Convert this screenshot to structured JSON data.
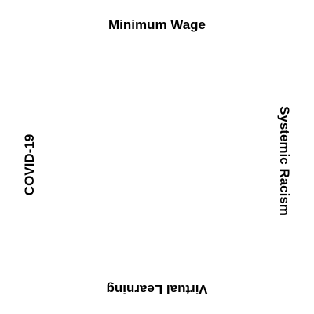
{
  "labels": {
    "top": "Minimum Wage",
    "right": "Systemic Racism",
    "bottom": "Virtual Learning",
    "left": "COVID-19"
  },
  "colors": {
    "background": "#ffffff",
    "text": "#000000"
  }
}
